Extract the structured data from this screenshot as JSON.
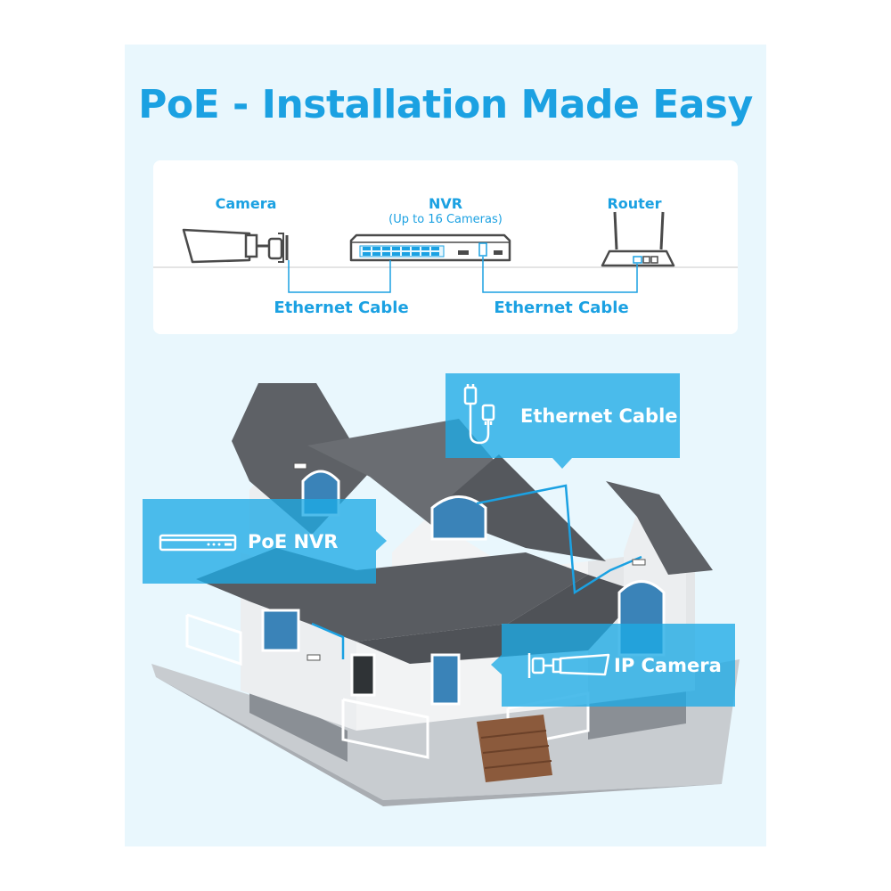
{
  "title": "PoE - Installation Made Easy",
  "diagram": {
    "camera_label": "Camera",
    "nvr_label": "NVR",
    "nvr_sublabel": "(Up to 16 Cameras)",
    "router_label": "Router",
    "cable_left_label": "Ethernet Cable",
    "cable_right_label": "Ethernet Cable"
  },
  "callouts": {
    "ethernet_cable": "Ethernet Cable",
    "poe_nvr": "PoE NVR",
    "ip_camera": "IP Camera"
  },
  "colors": {
    "accent": "#1ba1e2",
    "background": "#e9f7fd",
    "callout": "#1dabe6"
  }
}
